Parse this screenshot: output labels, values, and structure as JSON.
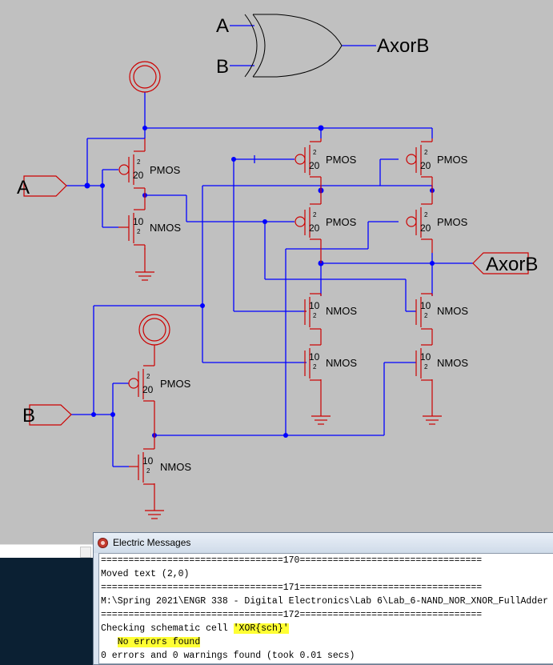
{
  "schematic": {
    "gate_input_a": "A",
    "gate_input_b": "B",
    "gate_output": "AxorB",
    "port_a": "A",
    "port_b": "B",
    "port_out": "AxorB",
    "pmos": "PMOS",
    "nmos": "NMOS",
    "pmos_width": "20",
    "nmos_width": "10",
    "length": "2"
  },
  "colors": {
    "wire": "#0000ff",
    "component": "#cc0000",
    "background": "#c0c0c0",
    "highlight": "#ffff33"
  },
  "messages_window": {
    "title": "Electric Messages",
    "lines": [
      "=================================170=================================",
      "Moved text (2,0)",
      "=================================171=================================",
      "M:\\Spring 2021\\ENGR 338 - Digital Electronics\\Lab 6\\Lab_6-NAND_NOR_XNOR_FullAdder",
      "=================================172================================="
    ],
    "check_prefix": "Checking schematic cell ",
    "check_cell": "'XOR{sch}'",
    "no_errors": "No errors found",
    "summary": "0 errors and 0 warnings found (took 0.01 secs)"
  }
}
